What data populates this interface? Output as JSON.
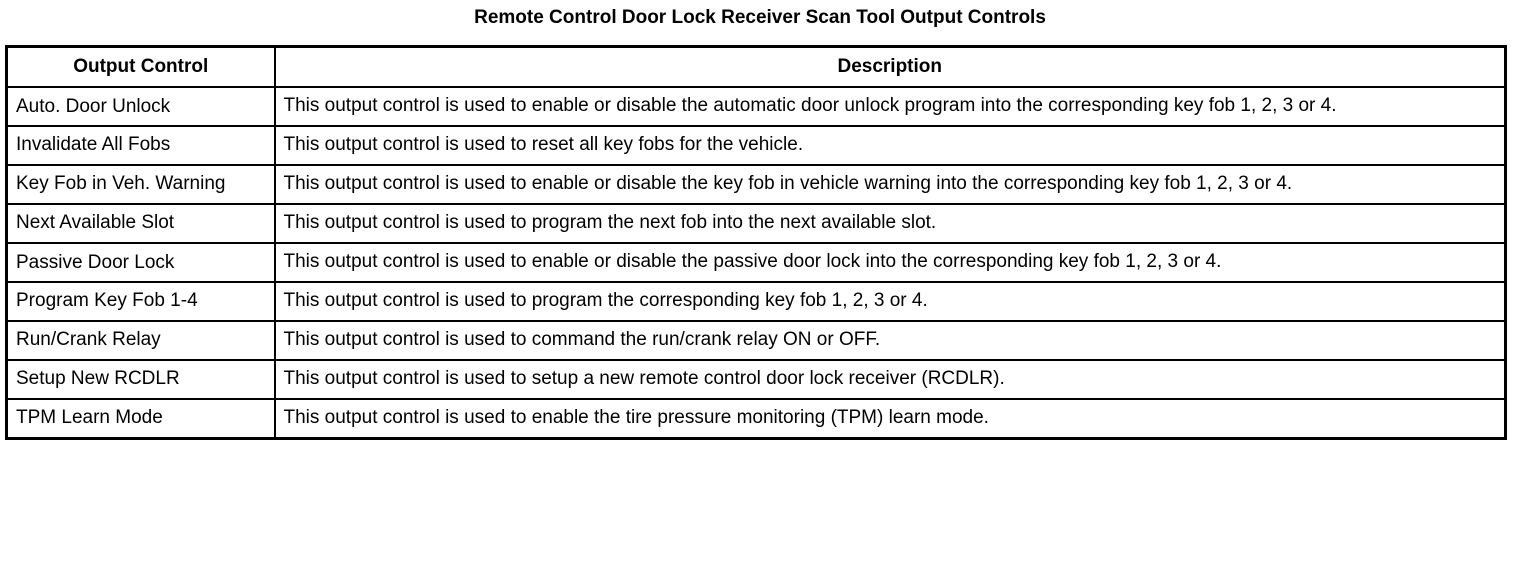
{
  "document": {
    "title": "Remote Control Door Lock Receiver Scan Tool Output Controls"
  },
  "table": {
    "headers": {
      "output_control": "Output Control",
      "description": "Description"
    },
    "rows": [
      {
        "name": "Auto. Door Unlock",
        "description": "This output control is used to enable or disable the automatic door unlock program into the corresponding key fob 1, 2, 3 or 4.",
        "lines": 2,
        "name_lines": 1
      },
      {
        "name": "Invalidate All Fobs",
        "description": "This output control is used to reset all key fobs for the vehicle.",
        "lines": 1,
        "name_lines": 1
      },
      {
        "name": "Key Fob in Veh. Warning",
        "description": "This output control is used to enable or disable the key fob in vehicle warning into the corresponding key fob 1, 2, 3 or 4.",
        "lines": 2,
        "name_lines": 2
      },
      {
        "name": "Next Available Slot",
        "description": "This output control is used to program the next fob into the next available slot.",
        "lines": 1,
        "name_lines": 1
      },
      {
        "name": "Passive Door Lock",
        "description": "This output control is used to enable or disable the passive door lock into the corresponding key fob 1, 2, 3 or 4.",
        "lines": 2,
        "name_lines": 1
      },
      {
        "name": "Program Key Fob 1-4",
        "description": "This output control is used to program the corresponding key fob 1, 2, 3 or 4.",
        "lines": 1,
        "name_lines": 1
      },
      {
        "name": "Run/Crank Relay",
        "description": "This output control is used to command the run/crank relay ON or OFF.",
        "lines": 1,
        "name_lines": 1
      },
      {
        "name": "Setup New RCDLR",
        "description": "This output control is used to setup a new remote control door lock receiver (RCDLR).",
        "lines": 1,
        "name_lines": 1
      },
      {
        "name": "TPM Learn Mode",
        "description": "This output control is used to enable the tire pressure monitoring (TPM) learn mode.",
        "lines": 1,
        "name_lines": 1
      }
    ]
  },
  "colors": {
    "text": "#000000",
    "background": "#ffffff",
    "border": "#000000"
  }
}
